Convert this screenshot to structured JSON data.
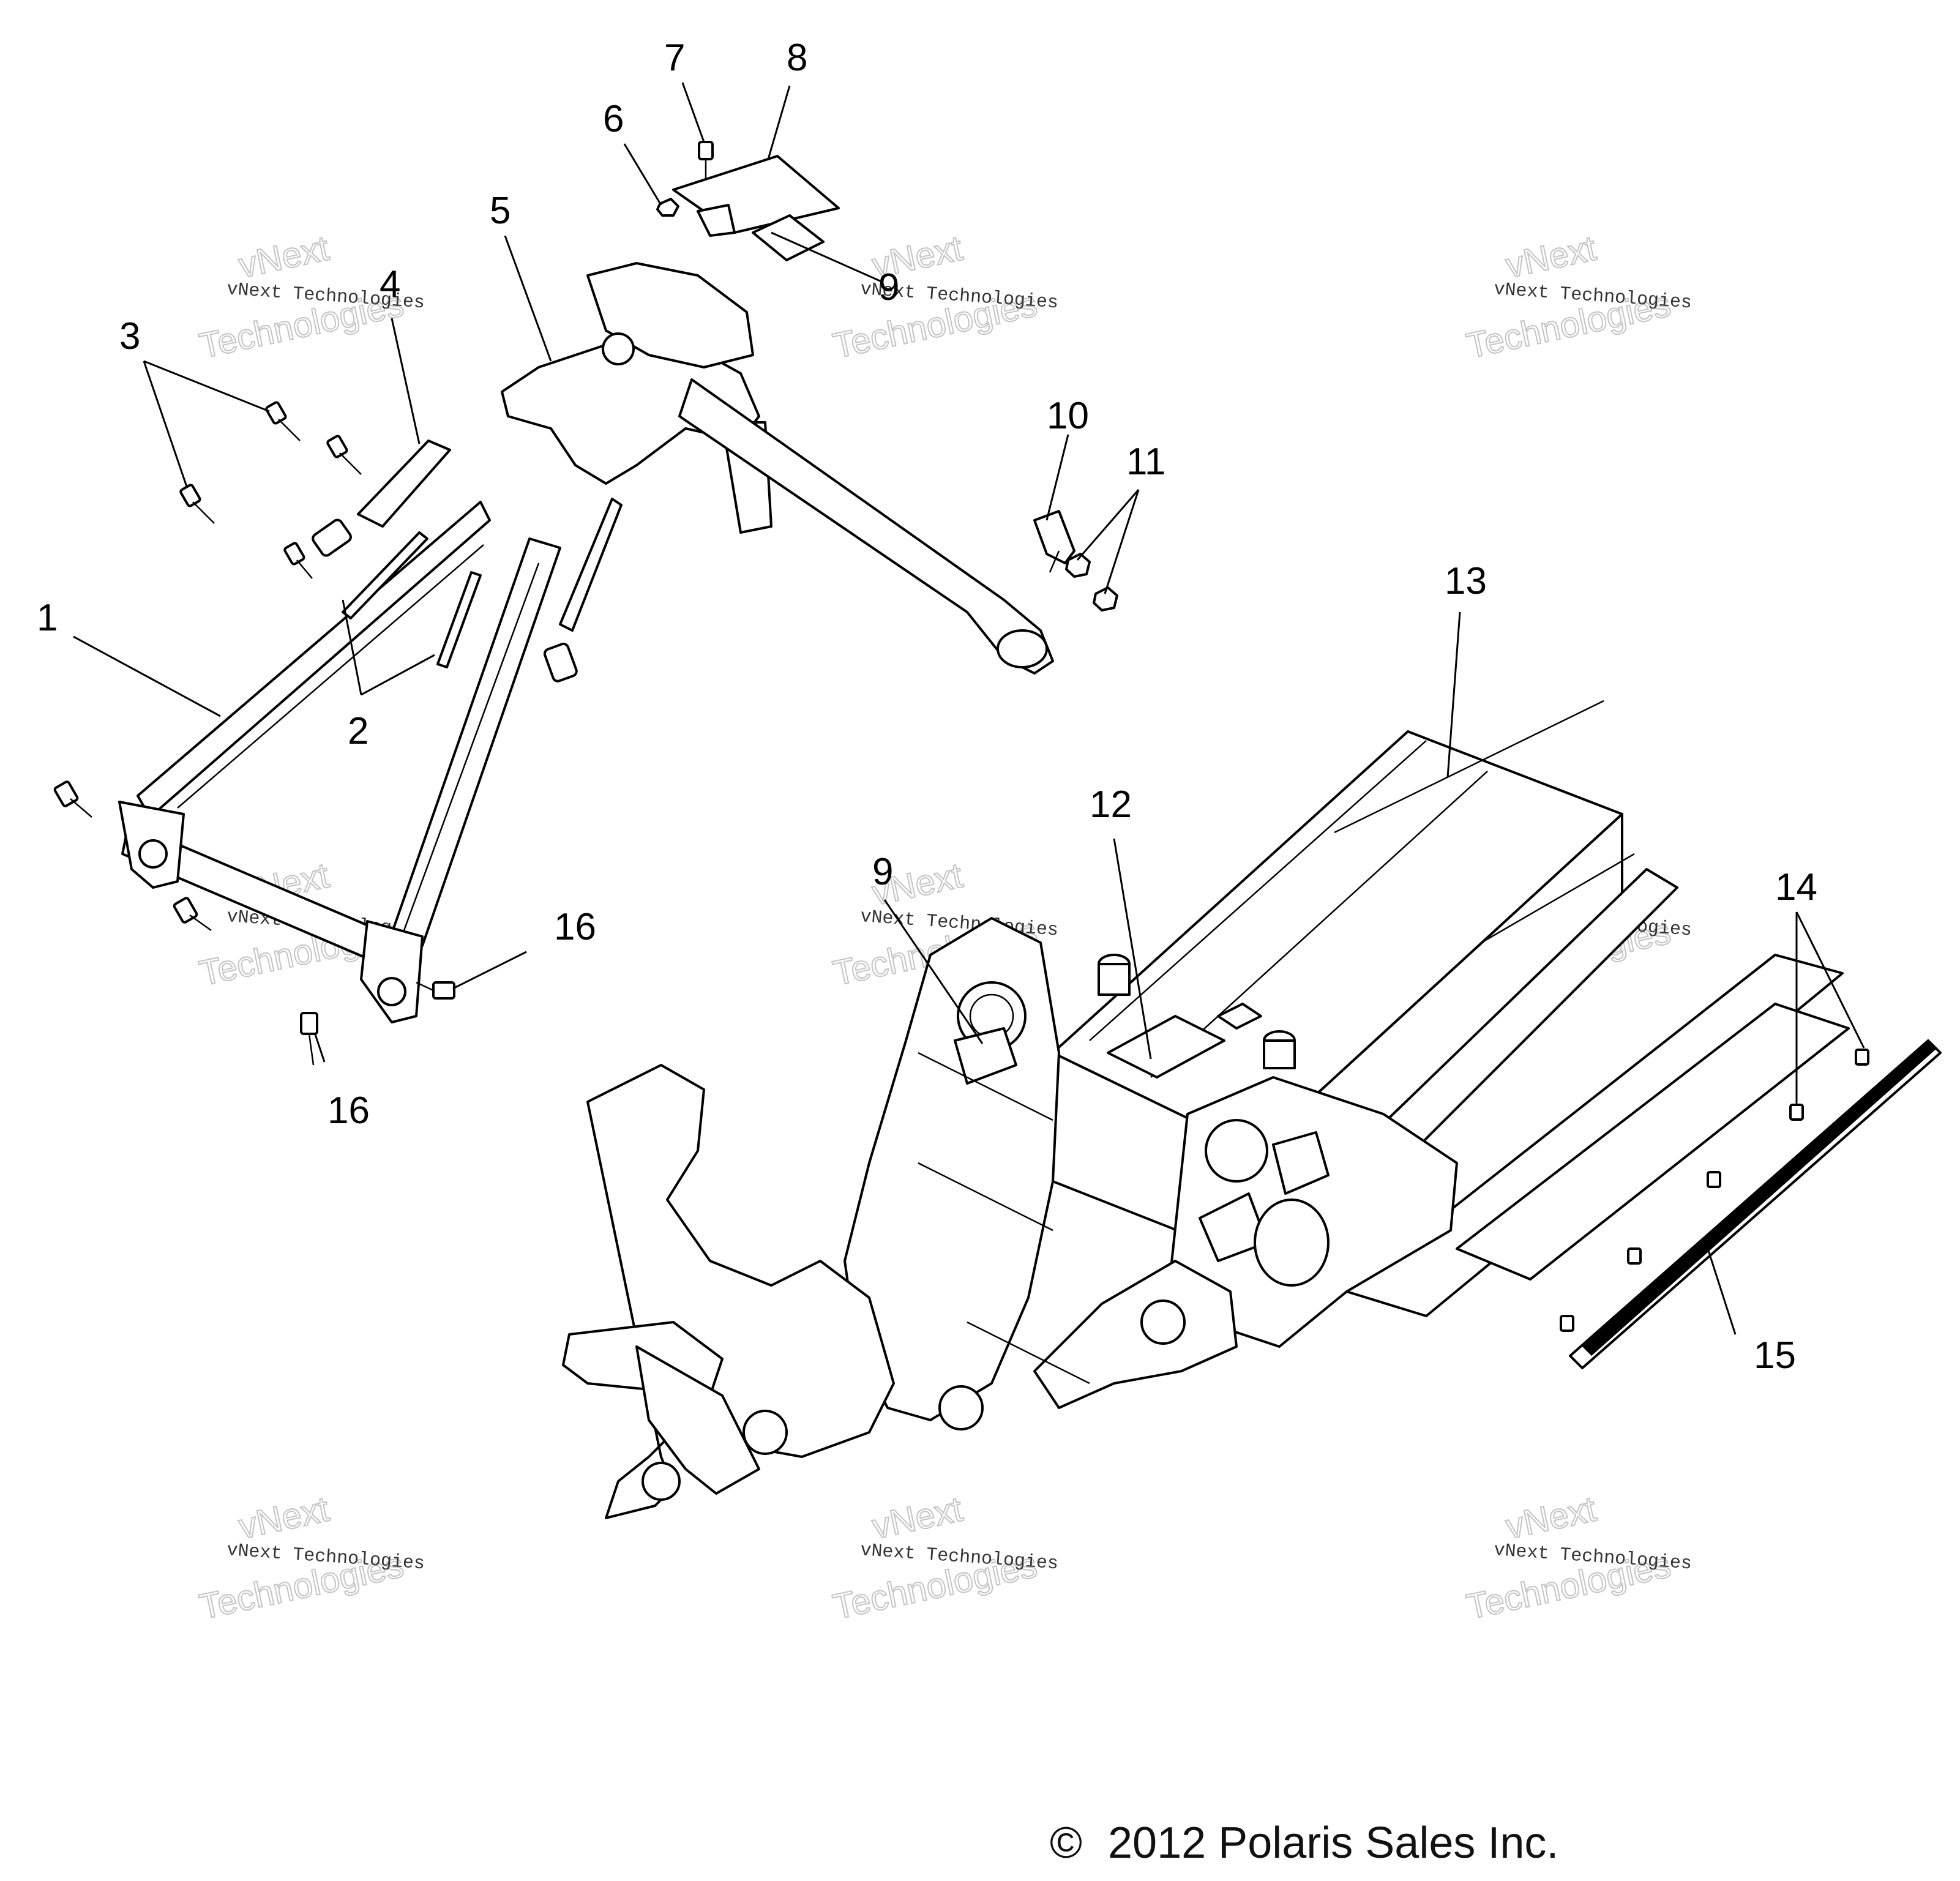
{
  "callouts": {
    "c1": "1",
    "c2": "2",
    "c3": "3",
    "c4": "4",
    "c5": "5",
    "c6": "6",
    "c7": "7",
    "c8": "8",
    "c9a": "9",
    "c9b": "9",
    "c10": "10",
    "c11": "11",
    "c12": "12",
    "c13": "13",
    "c14": "14",
    "c15": "15",
    "c16a": "16",
    "c16b": "16"
  },
  "watermark": {
    "company": "vNext Technologies",
    "word1": "vNext",
    "word2": "Technologies"
  },
  "copyright": {
    "symbol": "©",
    "text": "2012 Polaris Sales Inc."
  }
}
